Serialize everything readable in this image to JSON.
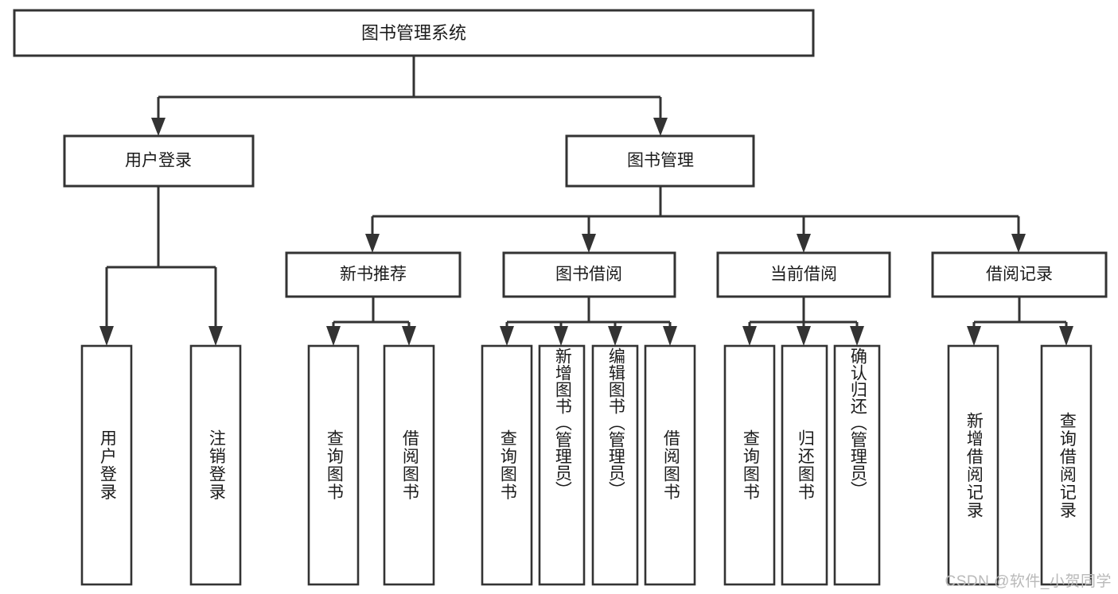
{
  "diagram": {
    "type": "hierarchy-tree",
    "title_node": {
      "label": "图书管理系统",
      "id": "root"
    },
    "level1": [
      {
        "id": "user-login",
        "label": "用户登录"
      },
      {
        "id": "book-manage",
        "label": "图书管理"
      }
    ],
    "level2": [
      {
        "id": "new-book-recommend",
        "label": "新书推荐",
        "parent": "book-manage"
      },
      {
        "id": "book-borrow",
        "label": "图书借阅",
        "parent": "book-manage"
      },
      {
        "id": "current-borrow",
        "label": "当前借阅",
        "parent": "book-manage"
      },
      {
        "id": "borrow-record",
        "label": "借阅记录",
        "parent": "book-manage"
      }
    ],
    "leaves": [
      {
        "id": "leaf-user-login",
        "label": "用户登录",
        "parent": "user-login"
      },
      {
        "id": "leaf-logout-login",
        "label": "注销登录",
        "parent": "user-login"
      },
      {
        "id": "leaf-query-book-1",
        "label": "查询图书",
        "parent": "new-book-recommend"
      },
      {
        "id": "leaf-borrow-book-1",
        "label": "借阅图书",
        "parent": "new-book-recommend"
      },
      {
        "id": "leaf-query-book-2",
        "label": "查询图书",
        "parent": "book-borrow"
      },
      {
        "id": "leaf-add-book-admin",
        "label": "新增图书（管理员）",
        "parent": "book-borrow"
      },
      {
        "id": "leaf-edit-book-admin",
        "label": "编辑图书（管理员）",
        "parent": "book-borrow"
      },
      {
        "id": "leaf-borrow-book-2",
        "label": "借阅图书",
        "parent": "book-borrow"
      },
      {
        "id": "leaf-query-book-3",
        "label": "查询图书",
        "parent": "current-borrow"
      },
      {
        "id": "leaf-return-book",
        "label": "归还图书",
        "parent": "current-borrow"
      },
      {
        "id": "leaf-confirm-return-admin",
        "label": "确认归还（管理员）",
        "parent": "current-borrow"
      },
      {
        "id": "leaf-add-borrow-record",
        "label": "新增借阅记录",
        "parent": "borrow-record"
      },
      {
        "id": "leaf-query-borrow-record",
        "label": "查询借阅记录",
        "parent": "borrow-record"
      }
    ]
  },
  "watermark": {
    "text": "CSDN @软件_小贺同学"
  },
  "colors": {
    "stroke": "#333333",
    "box_fill": "#ffffff",
    "text": "#1b1b1b",
    "watermark": "#b9b9b9",
    "background": "#ffffff"
  }
}
